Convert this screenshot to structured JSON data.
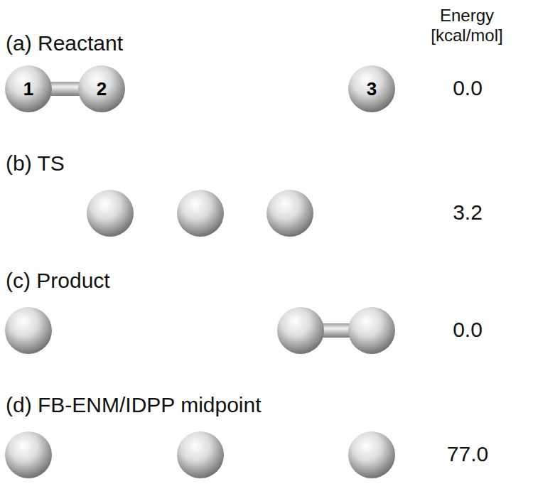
{
  "diagram": {
    "nodes": [
      {
        "text": [
          "1"
        ]
      },
      {
        "text": [
          "2"
        ]
      },
      {
        "text": [
          "3"
        ]
      }
    ],
    "edges": [
      {
        "from": 0,
        "to": 1,
        "arrow": "none"
      }
    ],
    "labels": [
      "Energy [kcal/mol]",
      "(a) Reactant",
      "0.0",
      "(b) TS",
      "3.2",
      "(c) Product",
      "0.0",
      "(d) FB-ENM/IDPP midpoint",
      "77.0"
    ]
  }
}
